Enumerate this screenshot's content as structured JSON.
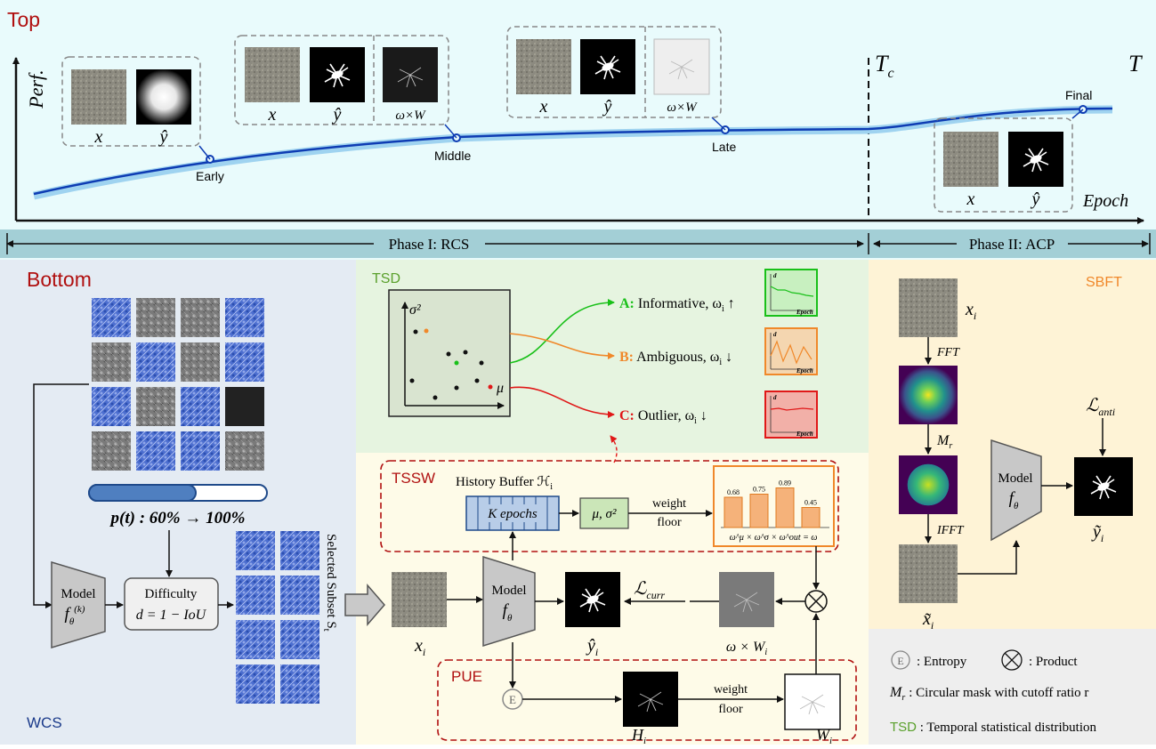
{
  "top": {
    "section_title": "Top",
    "y_axis_label": "Perf.",
    "x_axis_label": "Epoch",
    "tc_label": "T",
    "tc_sub": "c",
    "t_label": "T",
    "stages": {
      "early": "Early",
      "middle": "Middle",
      "late": "Late",
      "final": "Final"
    },
    "img_labels": {
      "x": "x",
      "yhat": "ŷ",
      "omega_w": "ω×W"
    },
    "phase1": "Phase I: RCS",
    "phase2": "Phase II: ACP"
  },
  "bottom": {
    "section_title": "Bottom",
    "wcs_label": "WCS",
    "progress_label": "p(t) : 60% → 100%",
    "progress_fraction": 0.6,
    "model_k_label": "Model",
    "model_k_sym": "f",
    "difficulty_title": "Difficulty",
    "difficulty_formula": "d = 1 − IoU",
    "selected_subset": "Selected Subset S",
    "selected_subset_sub": "t"
  },
  "tsd": {
    "label": "TSD",
    "sigma_label": "σ²",
    "mu_label": "μ",
    "a_prefix": "A:",
    "a_text": "Informative, ω",
    "a_arrow": "↑",
    "b_prefix": "B:",
    "b_text": "Ambiguous, ω",
    "b_arrow": "↓",
    "c_prefix": "C:",
    "c_text": "Outlier, ω",
    "c_arrow": "↓",
    "mini_d": "d",
    "mini_epoch": "Epoch",
    "colors": {
      "a": "#19c019",
      "b": "#f0882a",
      "c": "#e01818"
    }
  },
  "tssw": {
    "label": "TSSW",
    "history_label": "History Buffer ℋ",
    "k_epochs": "K epochs",
    "stats_label": "μ, σ²",
    "weight_floor_1": "weight",
    "weight_floor_2": "floor",
    "bar_values": [
      0.68,
      0.75,
      0.89,
      0.45
    ],
    "bar_labels": [
      "0.68",
      "0.75",
      "0.89",
      "0.45"
    ],
    "bar_formula": "ω^μ × ω^σ × ω^out = ω"
  },
  "flow": {
    "model_label": "Model",
    "model_sym": "f",
    "x_i": "x",
    "yhat_i": "ŷ",
    "l_curr": "ℒ",
    "l_curr_sub": "curr",
    "omega_w_i": "ω × W"
  },
  "pue": {
    "label": "PUE",
    "entropy_symbol": "E",
    "h_i": "H",
    "w_i": "W",
    "weight_floor_1": "weight",
    "weight_floor_2": "floor"
  },
  "sbft": {
    "label": "SBFT",
    "x_i": "x",
    "fft": "FFT",
    "m_r": "M",
    "ifft": "IFFT",
    "x_tilde": "x̃",
    "model_label": "Model",
    "model_sym": "f",
    "l_anti": "ℒ",
    "l_anti_sub": "anti",
    "y_tilde": "ỹ"
  },
  "legend": {
    "entropy_symbol": "E",
    "entropy_text": ": Entropy",
    "product_text": ": Product",
    "mr_sym": "M",
    "mr_sub": "r",
    "mr_text": ": Circular mask with cutoff ratio r",
    "tsd_word": "TSD",
    "tsd_text": ": Temporal statistical distribution"
  }
}
